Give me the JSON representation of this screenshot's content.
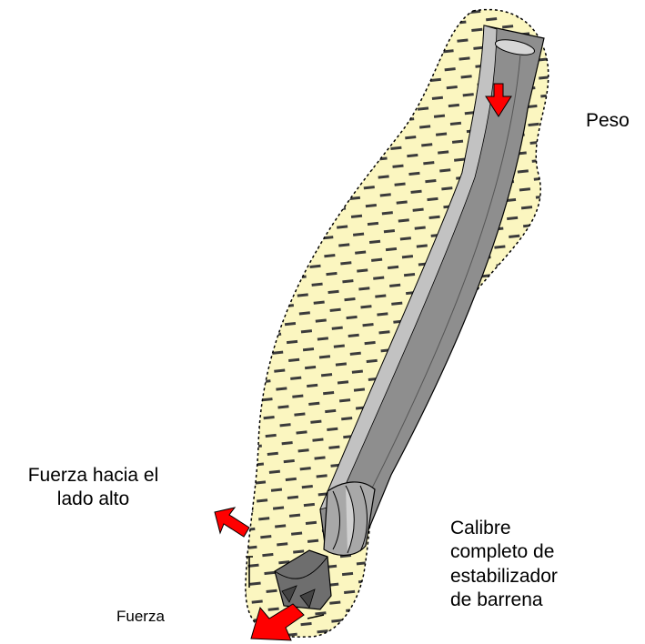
{
  "labels": {
    "peso": "Peso",
    "fuerza_lado_alto": "Fuerza hacia el\nlado alto",
    "calibre": "Calibre\ncompleto de\nestabilizador\nde barrena",
    "fuerza": "Fuerza"
  },
  "colors": {
    "formation_fill": "#fbf6c0",
    "formation_dash": "#3b3b3b",
    "pipe_dark": "#8a8a8a",
    "pipe_light": "#bcbcbc",
    "arrow": "#ff0000"
  }
}
